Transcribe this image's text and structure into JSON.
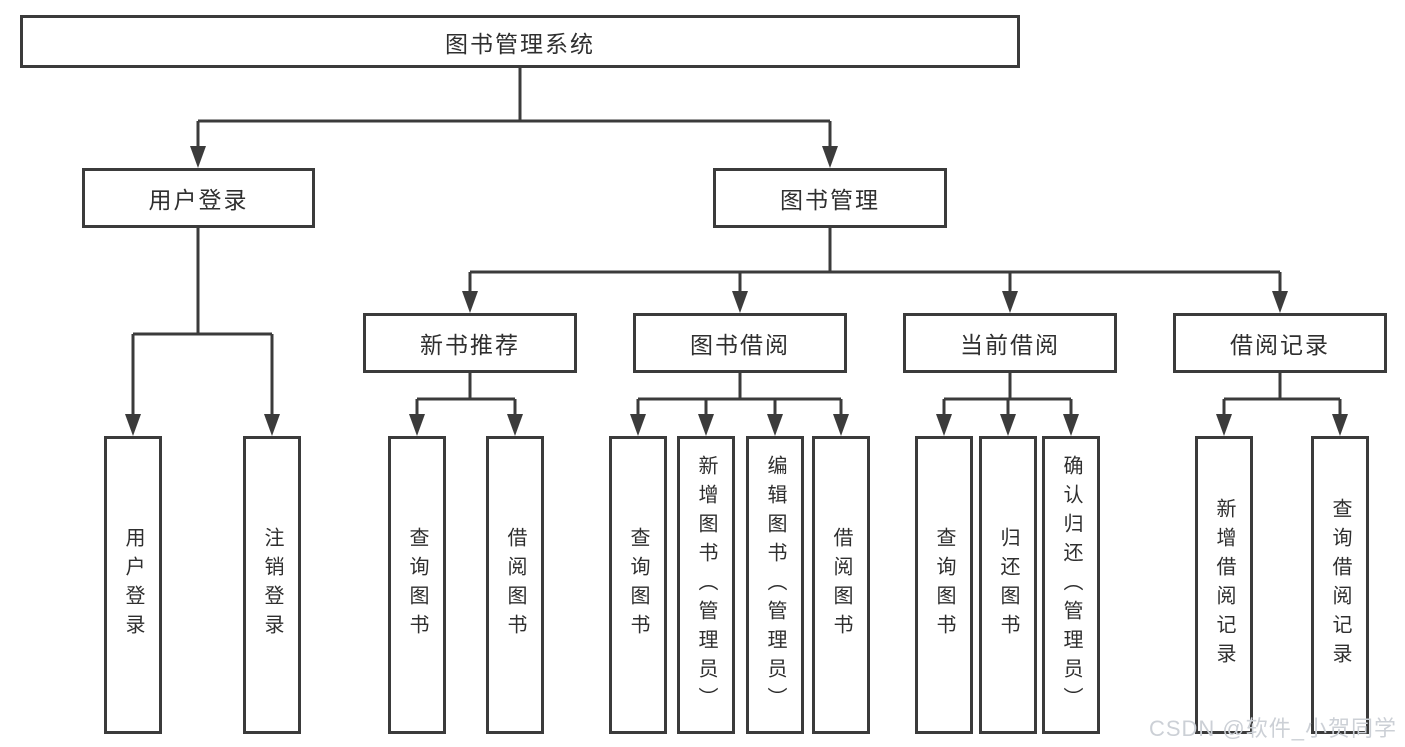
{
  "diagram_type": "org-tree",
  "tree": {
    "root": {
      "label": "图书管理系统",
      "children": [
        {
          "label": "用户登录",
          "children": [
            {
              "label": "用户登录"
            },
            {
              "label": "注销登录"
            }
          ]
        },
        {
          "label": "图书管理",
          "children": [
            {
              "label": "新书推荐",
              "children": [
                {
                  "label": "查询图书"
                },
                {
                  "label": "借阅图书"
                }
              ]
            },
            {
              "label": "图书借阅",
              "children": [
                {
                  "label": "查询图书"
                },
                {
                  "label": "新增图书（管理员）"
                },
                {
                  "label": "编辑图书（管理员）"
                },
                {
                  "label": "借阅图书"
                }
              ]
            },
            {
              "label": "当前借阅",
              "children": [
                {
                  "label": "查询图书"
                },
                {
                  "label": "归还图书"
                },
                {
                  "label": "确认归还（管理员）"
                }
              ]
            },
            {
              "label": "借阅记录",
              "children": [
                {
                  "label": "新增借阅记录"
                },
                {
                  "label": "查询借阅记录"
                }
              ]
            }
          ]
        }
      ]
    }
  },
  "watermark": "CSDN @软件_小贺同学",
  "colors": {
    "line": "#3b3b3b",
    "text": "#2f2f2f",
    "box_bg": "#ffffff",
    "background": "#ffffff",
    "watermark": "#ccd0d6"
  }
}
